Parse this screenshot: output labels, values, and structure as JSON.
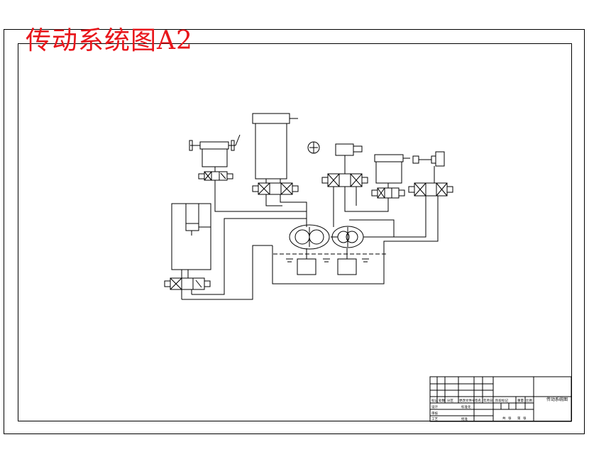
{
  "title": "传动系统图A2",
  "title_block": {
    "name": "传动系统图",
    "cells": {
      "c1": "标记",
      "c2": "处数",
      "c3": "分区",
      "c4": "更改文件号",
      "c5": "签名",
      "c6": "年月日",
      "c7": "设计",
      "c8": "标准化",
      "c9": "审核",
      "c10": "工艺",
      "c11": "批准",
      "c12": "阶段标记",
      "c13": "重量",
      "c14": "比例",
      "c15": "共",
      "c16": "张",
      "c17": "第",
      "c18": "张"
    }
  },
  "colors": {
    "title": "#e8161b",
    "lines": "#000000"
  }
}
